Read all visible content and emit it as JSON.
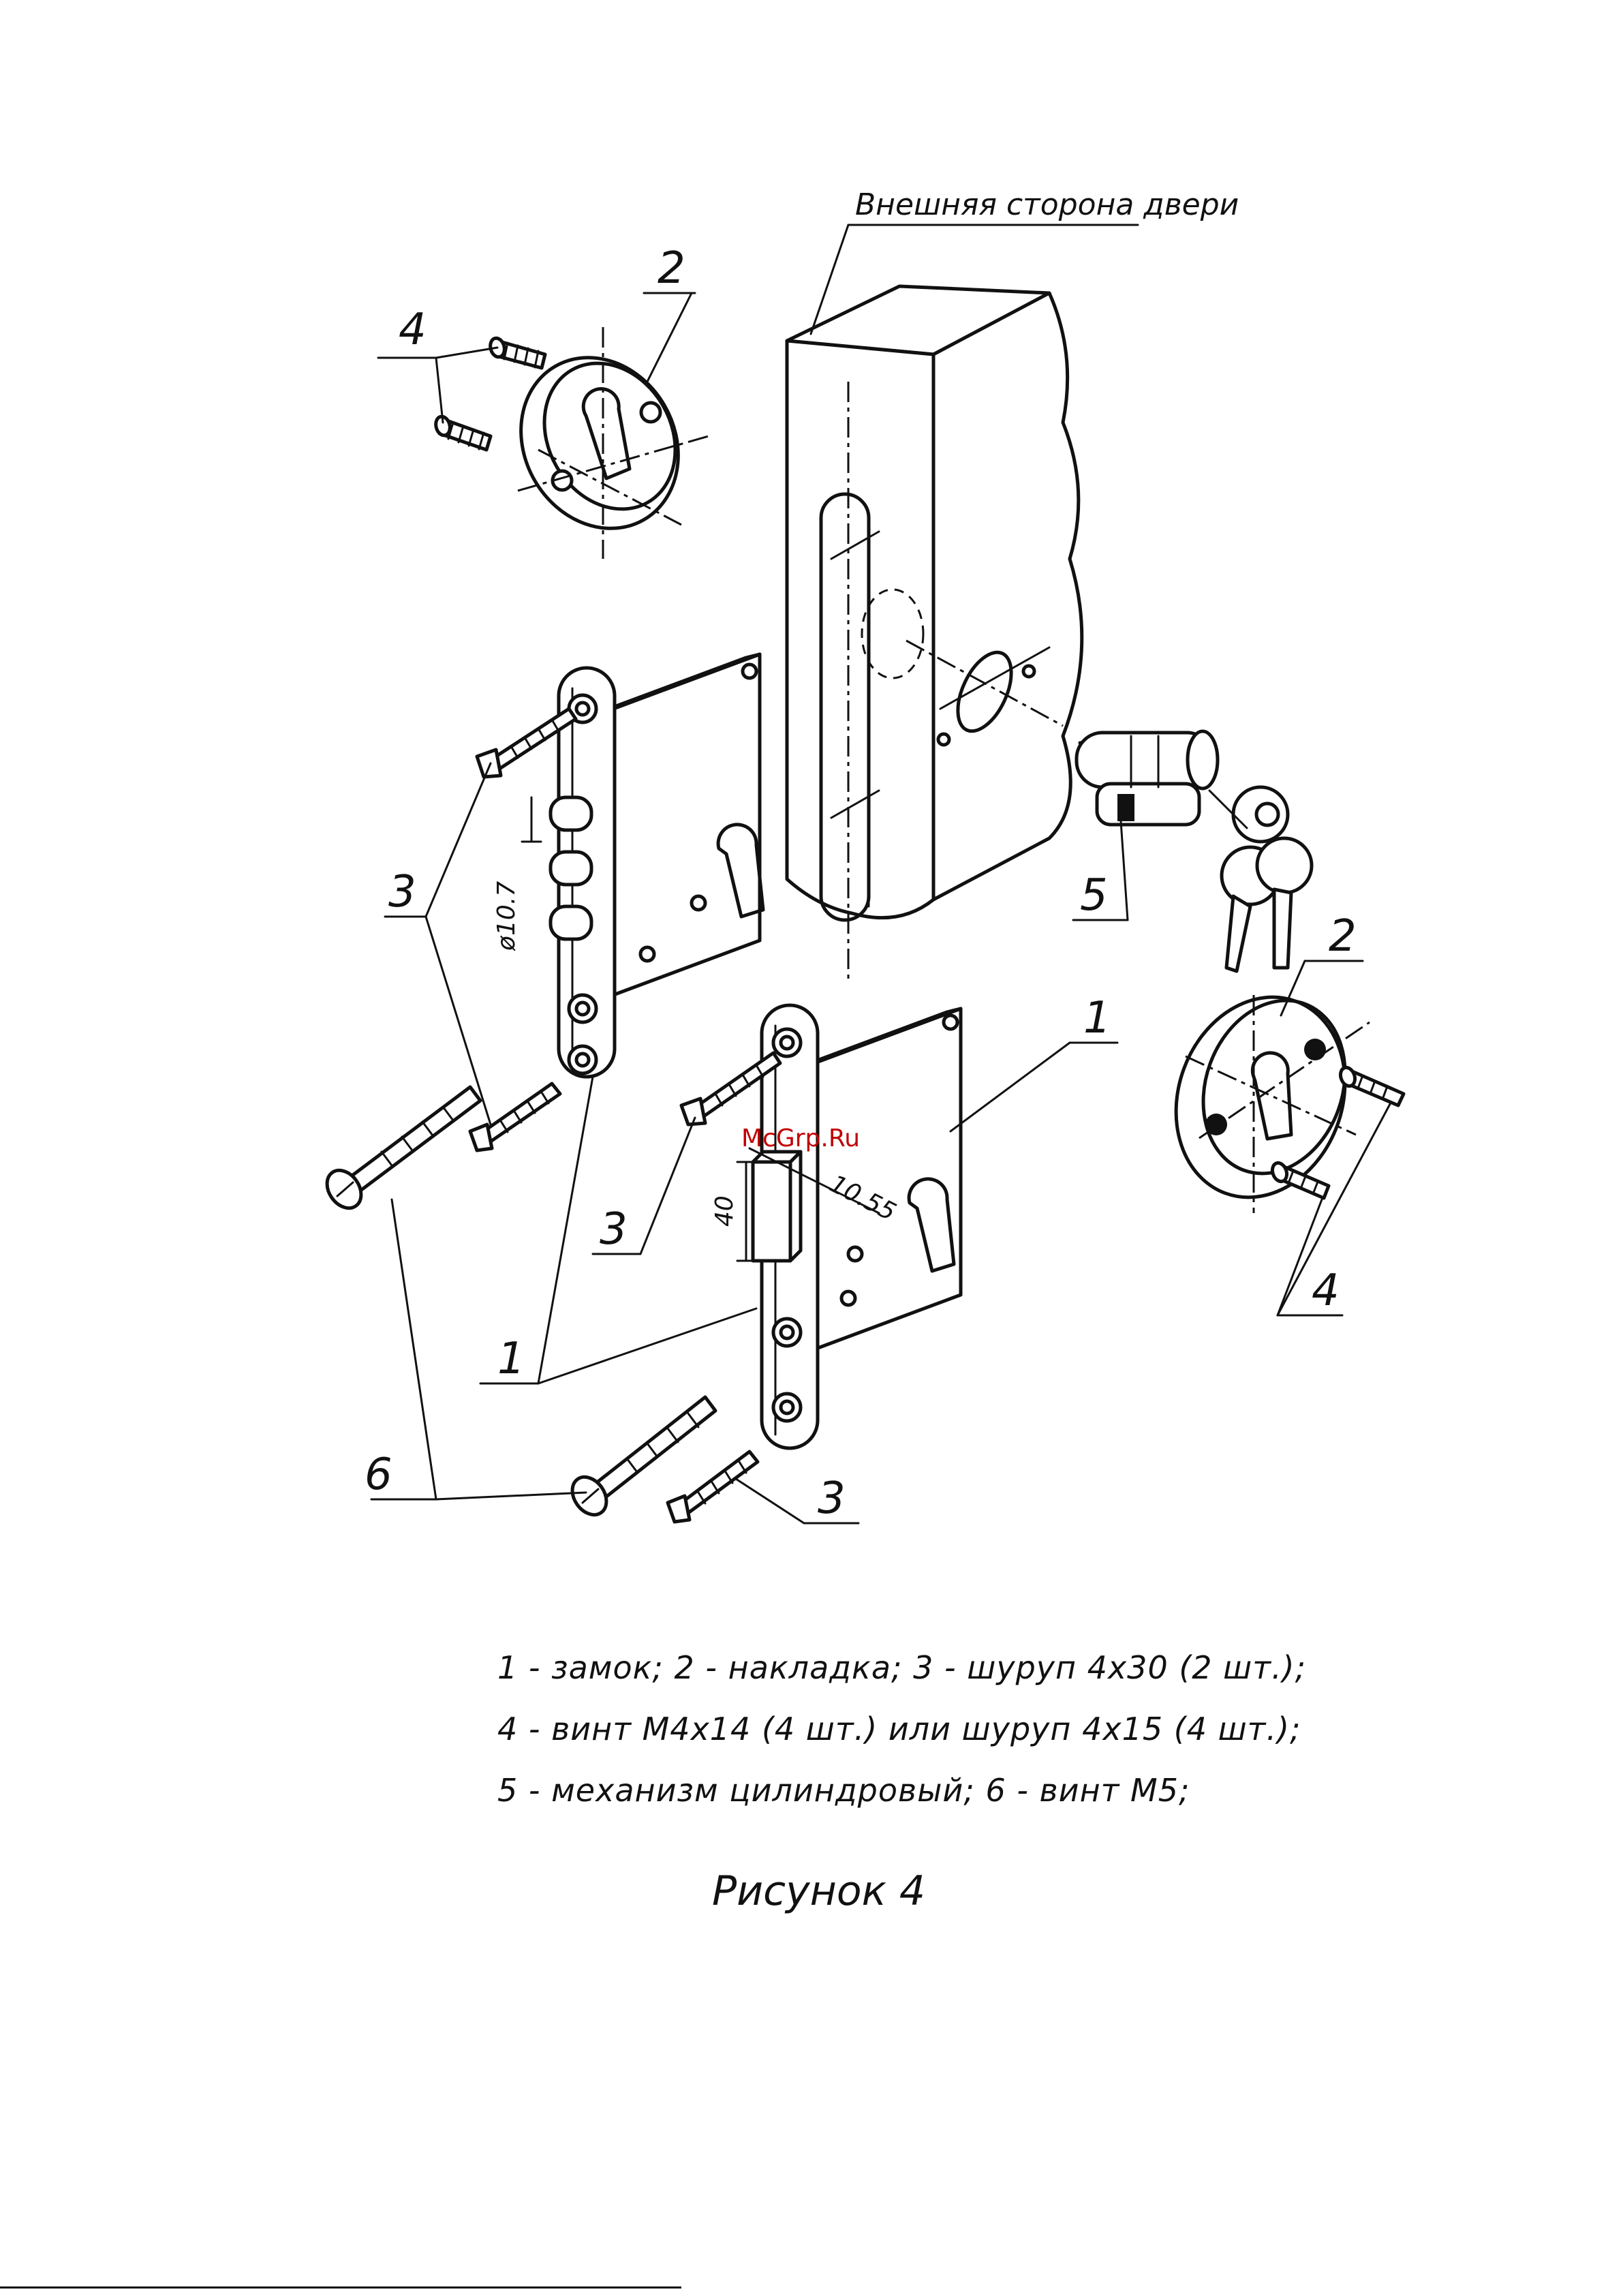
{
  "header": {
    "door_side_label": "Внешняя сторона двери"
  },
  "callouts": {
    "lock_right": "1",
    "lock_left": "1",
    "plate_top": "2",
    "plate_right": "2",
    "screw_left": "3",
    "screw_mid": "3",
    "screw_bottom": "3",
    "screw4_top": "4",
    "screw4_right": "4",
    "cylinder": "5",
    "screw_m5": "6"
  },
  "dimensions": {
    "bolt_diameter": "ø10.7",
    "latch_width": "10.55",
    "latch_height": "40"
  },
  "legend": [
    "1 - замок; 2 - накладка; 3 - шуруп 4х30 (2 шт.);",
    "4 - винт М4х14 (4 шт.) или шуруп 4х15 (4 шт.);",
    "5 - механизм цилиндровый; 6 - винт М5;"
  ],
  "caption": "Рисунок 4",
  "watermark": "McGrp.Ru"
}
